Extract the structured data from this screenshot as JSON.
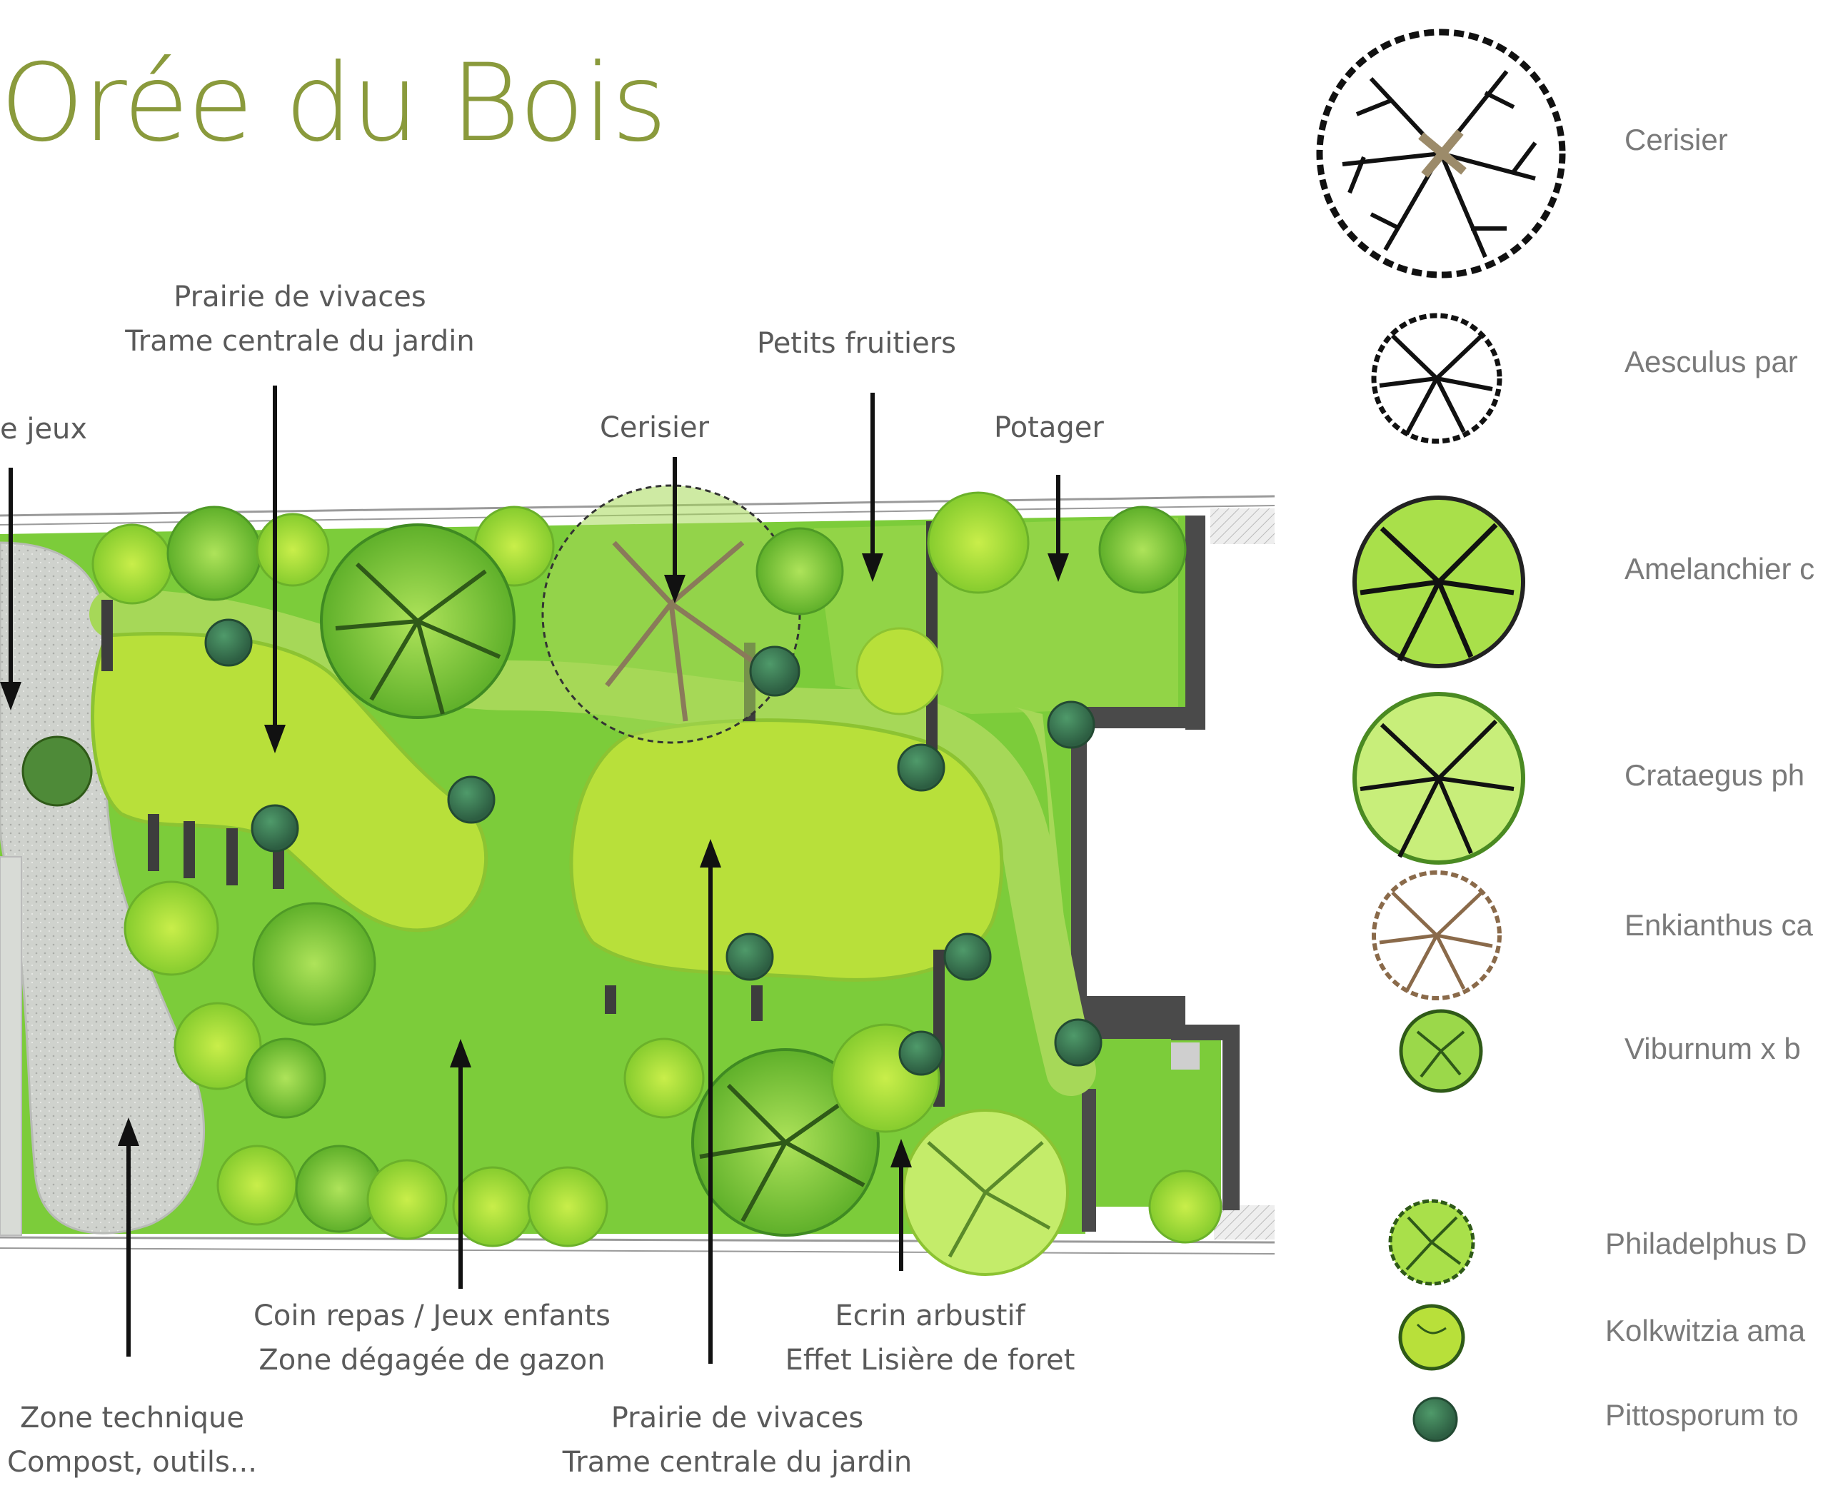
{
  "title": "Orée du Bois",
  "plan_labels": {
    "jeux": "e jeux",
    "prairie_top_1": "Prairie de vivaces",
    "prairie_top_2": "Trame centrale du jardin",
    "petits_fruitiers": "Petits fruitiers",
    "cerisier": "Cerisier",
    "potager": "Potager",
    "coin_repas_1": "Coin repas / Jeux enfants",
    "coin_repas_2": "Zone dégagée de gazon",
    "ecrin_1": "Ecrin arbustif",
    "ecrin_2": "Effet Lisière de foret",
    "zone_tech_1": "Zone technique",
    "zone_tech_2": "Compost, outils...",
    "prairie_bottom_1": "Prairie de vivaces",
    "prairie_bottom_2": "Trame centrale du jardin"
  },
  "legend": [
    {
      "label": "Cerisier",
      "icon": "cherry-tree-icon"
    },
    {
      "label": "Aesculus par",
      "icon": "aesculus-icon"
    },
    {
      "label": "Amelanchier c",
      "icon": "amelanchier-icon"
    },
    {
      "label": "Crataegus ph",
      "icon": "crataegus-icon"
    },
    {
      "label": "Enkianthus ca",
      "icon": "enkianthus-icon"
    },
    {
      "label": "Viburnum x b",
      "icon": "viburnum-icon"
    },
    {
      "label": "Philadelphus D",
      "icon": "philadelphus-icon"
    },
    {
      "label": "Kolkwitzia ama",
      "icon": "kolkwitzia-icon"
    },
    {
      "label": "Pittosporum to",
      "icon": "pittosporum-icon"
    }
  ],
  "colors": {
    "title": "#8a9a3c",
    "lawn": "#7ccc3a",
    "prairie": "#b8e03a",
    "path": "#a6d858",
    "gravel": "#cfd2cd",
    "wall": "#4a4a4a",
    "pittosporum": "#3e7a55"
  }
}
